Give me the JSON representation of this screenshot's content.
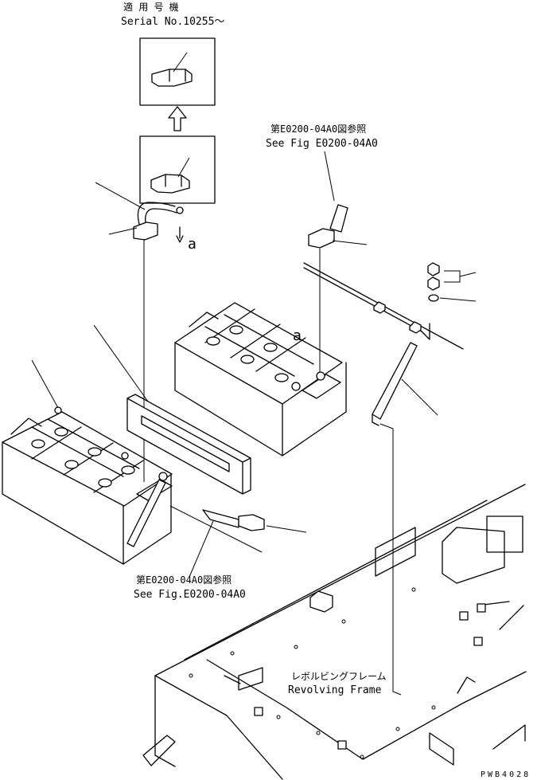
{
  "labels": {
    "serial_jp": "適 用 号 機",
    "serial_en": "Serial No.10255～",
    "ref_top_jp": "第E0200-04A0図参照",
    "ref_top_en": "See Fig E0200-04A0",
    "ref_bottom_jp": "第E0200-04A0図参照",
    "ref_bottom_en": "See Fig.E0200-04A0",
    "frame_jp": "レボルビングフレーム",
    "frame_en": "Revolving Frame",
    "marker_a1": "a",
    "marker_a2": "a",
    "drawing_code": "PWB4028"
  }
}
